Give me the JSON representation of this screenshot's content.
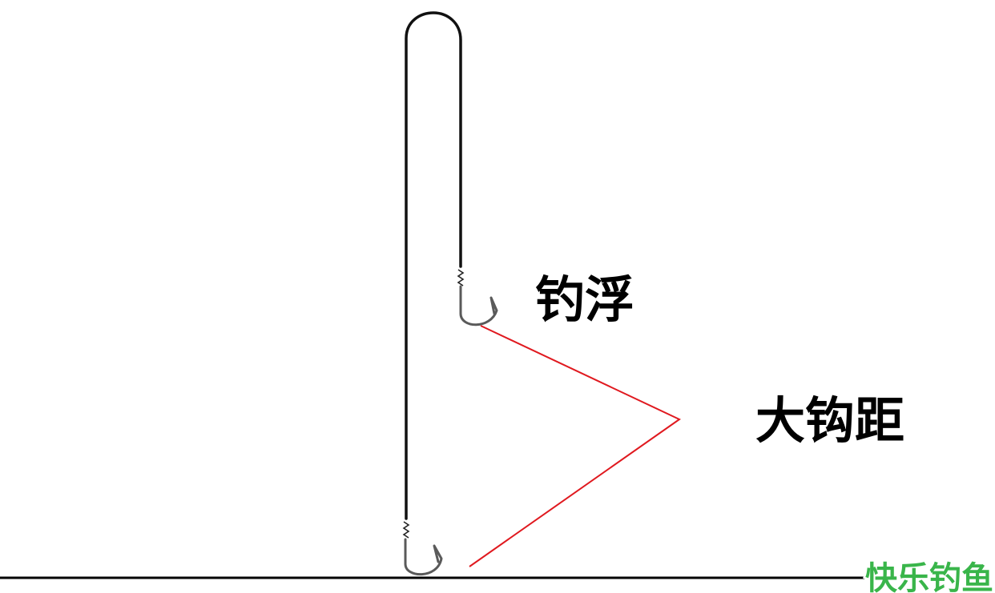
{
  "labels": {
    "float": "钓浮",
    "hook_distance": "大钩距"
  },
  "watermark": {
    "text": "快乐钓鱼"
  },
  "colors": {
    "line": "#111111",
    "ground": "#000000",
    "pointer": "#e0191f",
    "hook": "#5a5a5a",
    "watermark": "#39b54a"
  }
}
